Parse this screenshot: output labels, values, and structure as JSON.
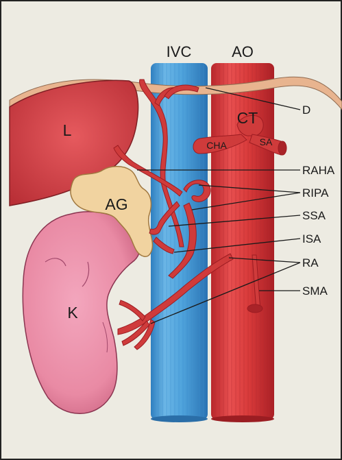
{
  "colors": {
    "background": "#edebe2",
    "frame": "#222222",
    "ivc": "#4fa3dc",
    "aorta": "#d83a3a",
    "artery": "#cf3b3b",
    "liver": "#d9454a",
    "kidney": "#e98aa4",
    "adrenal": "#f1d3a0",
    "diaphragm": "#e8b48f"
  },
  "vessels": {
    "ivc": "IVC",
    "aorta": "AO"
  },
  "organs": {
    "liver": "L",
    "adrenal_gland": "AG",
    "kidney": "K",
    "celiac_trunk": "CT",
    "common_hepatic_artery": "CHA",
    "splenic_artery": "SA"
  },
  "callouts": {
    "diaphragm": "D",
    "right_accessory_hepatic_artery": "RAHA",
    "right_inferior_phrenic_artery": "RIPA",
    "superior_suprarenal_artery": "SSA",
    "inferior_suprarenal_artery": "ISA",
    "renal_artery": "RA",
    "superior_mesenteric_artery": "SMA"
  }
}
